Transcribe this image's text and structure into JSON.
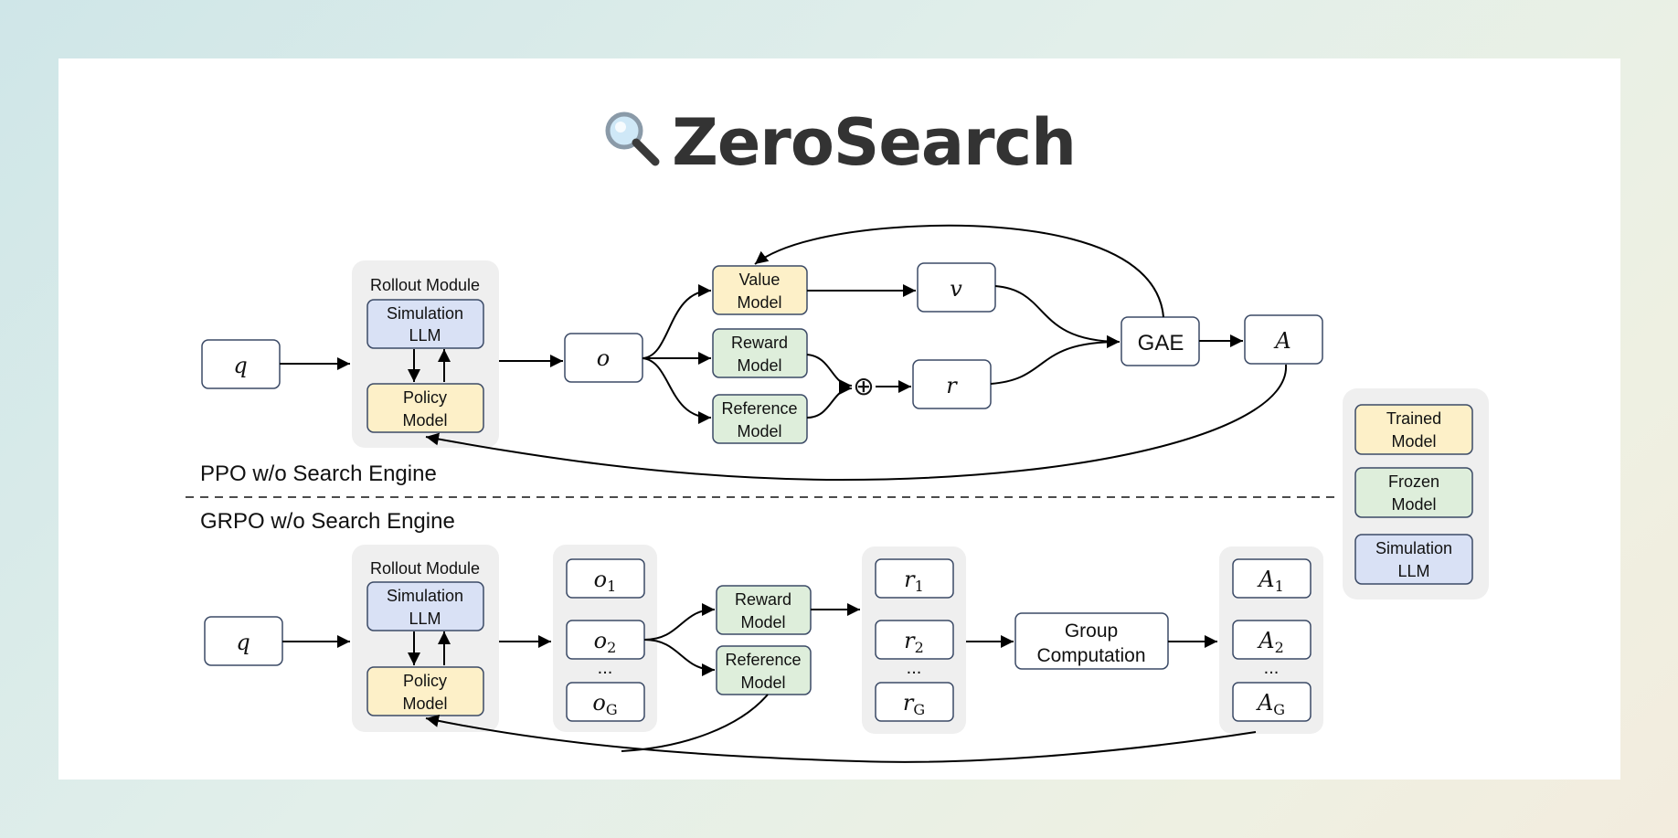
{
  "title": "ZeroSearch",
  "colors": {
    "trained": "#fdf0c8",
    "frozen": "#deeedb",
    "simulation": "#d9e1f5",
    "panel": "#efefef",
    "stroke": "#3b4a66",
    "text": "#333333"
  },
  "ppo": {
    "section_label": "PPO w/o Search Engine",
    "q": "q",
    "rollout_title": "Rollout Module",
    "simulation": [
      "Simulation",
      "LLM"
    ],
    "policy": [
      "Policy",
      "Model"
    ],
    "o": "o",
    "value_model": [
      "Value",
      "Model"
    ],
    "reward_model": [
      "Reward",
      "Model"
    ],
    "reference_model": [
      "Reference",
      "Model"
    ],
    "plus": "⊕",
    "v": "v",
    "r": "r",
    "gae": "GAE",
    "a": "A"
  },
  "grpo": {
    "section_label": "GRPO w/o Search Engine",
    "q": "q",
    "rollout_title": "Rollout Module",
    "simulation": [
      "Simulation",
      "LLM"
    ],
    "policy": [
      "Policy",
      "Model"
    ],
    "outputs": [
      {
        "base": "o",
        "sub": "1"
      },
      {
        "base": "o",
        "sub": "2"
      },
      {
        "base": "o",
        "sub": "G"
      }
    ],
    "reward_model": [
      "Reward",
      "Model"
    ],
    "reference_model": [
      "Reference",
      "Model"
    ],
    "rewards": [
      {
        "base": "r",
        "sub": "1"
      },
      {
        "base": "r",
        "sub": "2"
      },
      {
        "base": "r",
        "sub": "G"
      }
    ],
    "group": [
      "Group",
      "Computation"
    ],
    "advantages": [
      {
        "base": "A",
        "sub": "1"
      },
      {
        "base": "A",
        "sub": "2"
      },
      {
        "base": "A",
        "sub": "G"
      }
    ],
    "dots": "..."
  },
  "legend": {
    "trained": [
      "Trained",
      "Model"
    ],
    "frozen": [
      "Frozen",
      "Model"
    ],
    "simulation": [
      "Simulation",
      "LLM"
    ]
  }
}
